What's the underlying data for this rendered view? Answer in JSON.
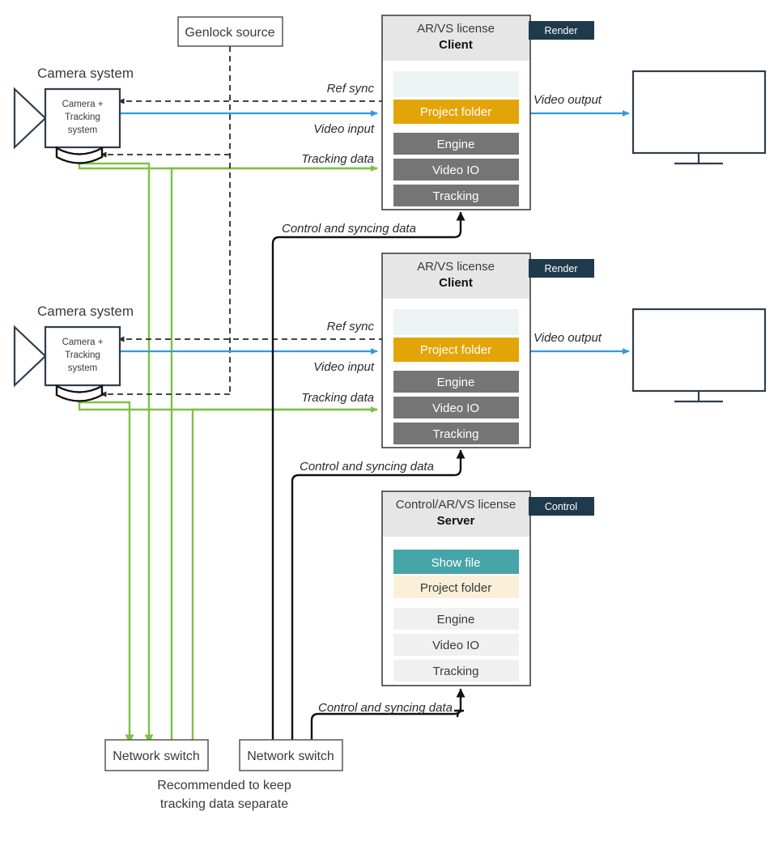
{
  "diagram": {
    "title_nodes": {
      "camera_system_1": "Camera system",
      "camera_system_2": "Camera system",
      "genlock": "Genlock source",
      "switch_left": "Network switch",
      "switch_right": "Network switch",
      "footnote_line1": "Recommended to keep",
      "footnote_line2": "tracking data separate"
    },
    "camera_label": {
      "line1": "Camera +",
      "line2": "Tracking",
      "line3": "system"
    },
    "clients": [
      {
        "license": "AR/VS license",
        "role": "Client",
        "badge": "Render",
        "modules": [
          {
            "label": "",
            "style": "blank"
          },
          {
            "label": "Project folder",
            "style": "amber"
          },
          {
            "label": "Engine",
            "style": "grey"
          },
          {
            "label": "Video IO",
            "style": "grey"
          },
          {
            "label": "Tracking",
            "style": "grey"
          }
        ]
      },
      {
        "license": "AR/VS license",
        "role": "Client",
        "badge": "Render",
        "modules": [
          {
            "label": "",
            "style": "blank"
          },
          {
            "label": "Project folder",
            "style": "amber"
          },
          {
            "label": "Engine",
            "style": "grey"
          },
          {
            "label": "Video IO",
            "style": "grey"
          },
          {
            "label": "Tracking",
            "style": "grey"
          }
        ]
      }
    ],
    "server": {
      "license": "Control/AR/VS license",
      "role": "Server",
      "badge": "Control",
      "modules": [
        {
          "label": "Show file",
          "style": "teal"
        },
        {
          "label": "Project folder",
          "style": "amber-faded"
        },
        {
          "label": "Engine",
          "style": "grey-faded"
        },
        {
          "label": "Video IO",
          "style": "grey-faded"
        },
        {
          "label": "Tracking",
          "style": "grey-faded"
        }
      ]
    },
    "edge_labels": {
      "ref_sync_1": "Ref sync",
      "video_input_1": "Video input",
      "tracking_data_1": "Tracking data",
      "video_output_1": "Video output",
      "control_sync_1": "Control and syncing data",
      "ref_sync_2": "Ref sync",
      "video_input_2": "Video input",
      "tracking_data_2": "Tracking data",
      "video_output_2": "Video output",
      "control_sync_2": "Control and syncing data",
      "control_sync_3": "Control and syncing data"
    },
    "colors": {
      "amber": "#E3A408",
      "teal": "#45A5A8",
      "grey_module": "#757575",
      "badge_navy": "#1F3A4D",
      "panel_head": "#E6E6E6",
      "blank_row": "#EDF3F4",
      "amber_faded": "#FAEFD8",
      "grey_faded": "#F0F0F0",
      "line_blue": "#2F9BE0",
      "line_green": "#7DC242",
      "line_black": "#111111"
    }
  }
}
